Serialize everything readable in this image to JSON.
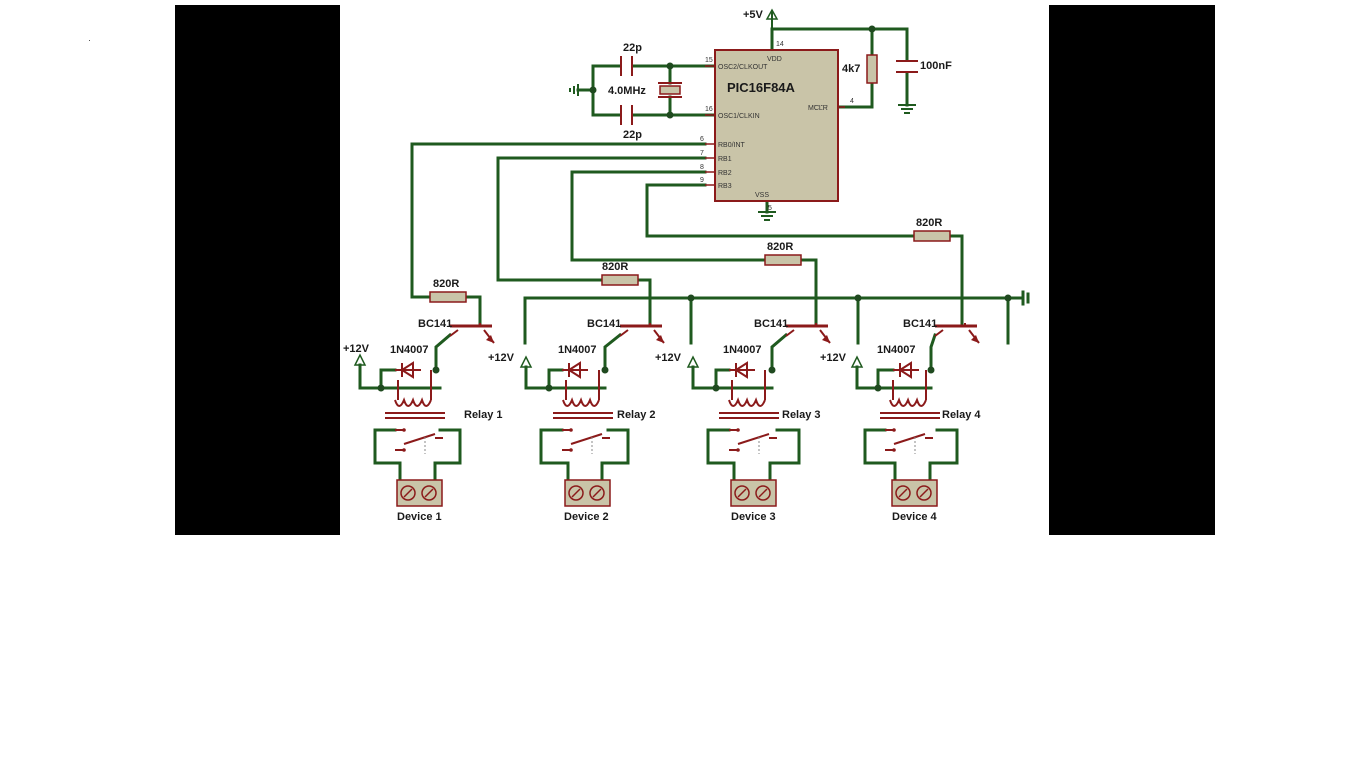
{
  "colors": {
    "wire": "#1f5a1f",
    "component": "#8b1a1a",
    "chip_fill": "#c9c4a8",
    "bar": "#000000"
  },
  "power": {
    "vcc": "+5V",
    "relay_supply": "+12V"
  },
  "chip": {
    "name": "PIC16F84A",
    "pins": {
      "vdd": "VDD",
      "vdd_num": "14",
      "osc2": "OSC2/CLKOUT",
      "osc2_num": "15",
      "osc1": "OSC1/CLKIN",
      "osc1_num": "16",
      "mclr": "MCLR",
      "mclr_num": "4",
      "rb0": "RB0/INT",
      "rb0_num": "6",
      "rb1": "RB1",
      "rb1_num": "7",
      "rb2": "RB2",
      "rb2_num": "8",
      "rb3": "RB3",
      "rb3_num": "9",
      "vss": "VSS",
      "vss_num": "5"
    }
  },
  "oscillator": {
    "cap_top": "22p",
    "cap_bottom": "22p",
    "crystal": "4.0MHz"
  },
  "reset": {
    "resistor": "4k7",
    "decoupling_cap": "100nF"
  },
  "channels": [
    {
      "resistor": "820R",
      "transistor": "BC141",
      "diode": "1N4007",
      "relay": "Relay 1",
      "device": "Device 1",
      "supply": "+12V"
    },
    {
      "resistor": "820R",
      "transistor": "BC141",
      "diode": "1N4007",
      "relay": "Relay 2",
      "device": "Device 2",
      "supply": "+12V"
    },
    {
      "resistor": "820R",
      "transistor": "BC141",
      "diode": "1N4007",
      "relay": "Relay 3",
      "device": "Device 3",
      "supply": "+12V"
    },
    {
      "resistor": "820R",
      "transistor": "BC141",
      "diode": "1N4007",
      "relay": "Relay 4",
      "device": "Device 4",
      "supply": "+12V"
    }
  ]
}
